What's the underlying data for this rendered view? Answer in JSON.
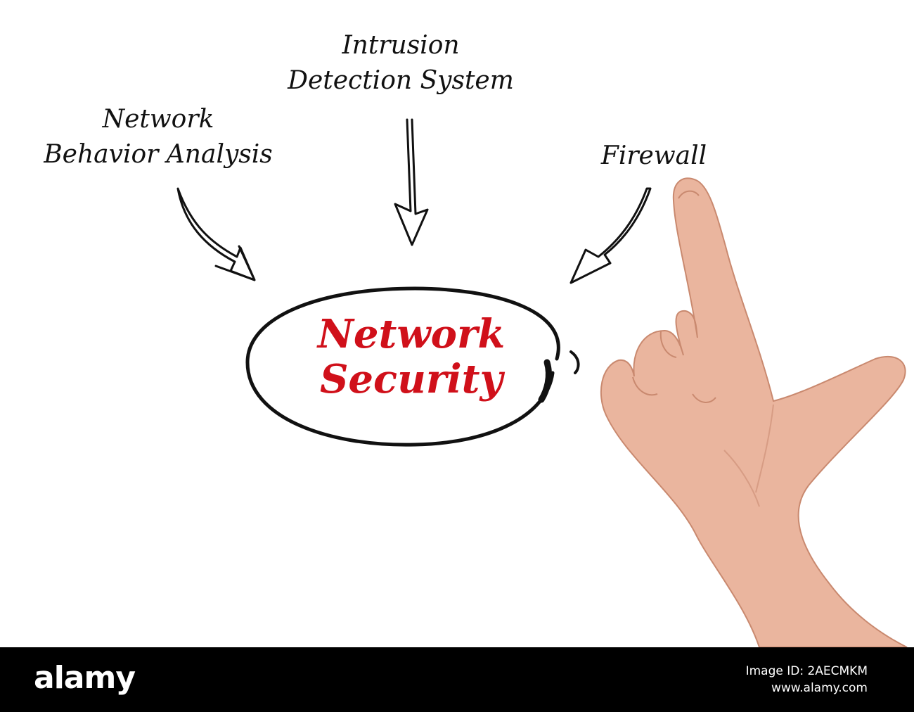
{
  "diagram": {
    "center": {
      "line1": "Network",
      "line2": "Security",
      "color": "#d0101a"
    },
    "sources": [
      {
        "id": "nba",
        "lines": [
          "Network",
          "Behavior Analysis"
        ]
      },
      {
        "id": "ids",
        "lines": [
          "Intrusion",
          "Detection System"
        ]
      },
      {
        "id": "fw",
        "lines": [
          "Firewall"
        ]
      }
    ],
    "ink_color": "#111111",
    "skin_color": "#eab59e"
  },
  "footer": {
    "logo": "alamy",
    "stock_line1": "Image ID: 2AECMKM",
    "stock_line2": "www.alamy.com",
    "background": "#000000"
  }
}
